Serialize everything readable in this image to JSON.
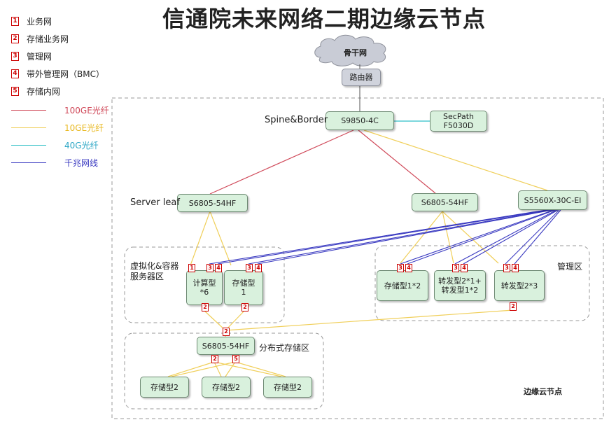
{
  "title": "信通院未来网络二期边缘云节点",
  "legend": {
    "items": [
      {
        "num": "1",
        "label": "业务网"
      },
      {
        "num": "2",
        "label": "存储业务网"
      },
      {
        "num": "3",
        "label": "管理网"
      },
      {
        "num": "4",
        "label": "带外管理网（BMC）"
      },
      {
        "num": "5",
        "label": "存储内网"
      }
    ],
    "lines": [
      {
        "label": "100GE光纤",
        "color": "#d04a5a"
      },
      {
        "label": "10GE光纤",
        "color": "#f0cf5a"
      },
      {
        "label": "40G光纤",
        "color": "#2fbfc6"
      },
      {
        "label": "千兆网线",
        "color": "#3838c0"
      }
    ]
  },
  "cloud_label": "骨干网",
  "nodes": {
    "router": "路由器",
    "spine": "S9850-4C",
    "secpath": [
      "SecPath",
      "F5030D"
    ],
    "leaf_left": "S6805-54HF",
    "leaf_mid": "S6805-54HF",
    "mgmt_switch": "S5560X-30C-EI",
    "compute": [
      "计算型",
      "*6"
    ],
    "storage1": [
      "存储型",
      "1"
    ],
    "storage12": "存储型1*2",
    "forward21": [
      "转发型2*1+",
      "转发型1*2"
    ],
    "forward23": "转发型2*3",
    "storage_switch": "S6805-54HF",
    "storage2a": "存储型2",
    "storage2b": "存储型2",
    "storage2c": "存储型2"
  },
  "labels": {
    "spine_border": "Spine&Border",
    "server_leaf": "Server  leaf",
    "virt_zone": [
      "虚拟化&容器",
      "服务器区"
    ],
    "mgmt_zone": "管理区",
    "dist_storage_zone": "分布式存储区",
    "edge_node": "边缘云节点"
  },
  "badges": {
    "compute_top": [
      "1",
      "3",
      "4"
    ],
    "storage1_top": [
      "3",
      "4"
    ],
    "compute_bottom": "2",
    "storage1_bottom": "2",
    "storage12_top": [
      "3",
      "4"
    ],
    "forward21_top": [
      "3",
      "4"
    ],
    "forward23_top": [
      "3",
      "4"
    ],
    "forward23_bottom": "2",
    "storage_switch_top": "2",
    "storage_switch_bottom": [
      "2",
      "5"
    ]
  }
}
